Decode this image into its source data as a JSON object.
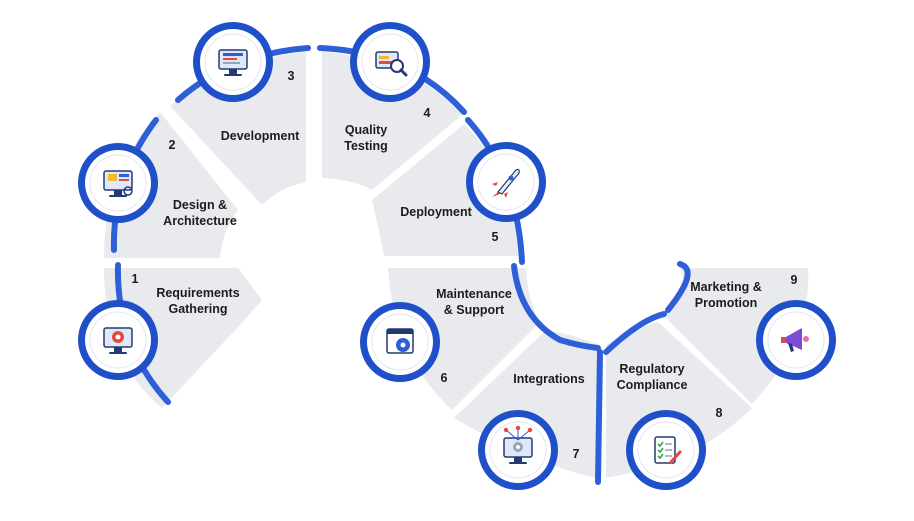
{
  "colors": {
    "segment_fill": "#e8eaed",
    "arc_blue": "#2e5fd6",
    "ring_outer": "#1f50c9",
    "ring_inner_white": "#ffffff",
    "icon_bg": "#eef2fb"
  },
  "steps": [
    {
      "number": "1",
      "label_lines": [
        "Requirements",
        "Gathering"
      ],
      "icon": "monitor-gear-icon"
    },
    {
      "number": "2",
      "label_lines": [
        "Design &",
        "Architecture"
      ],
      "icon": "design-monitor-icon"
    },
    {
      "number": "3",
      "label_lines": [
        "Development"
      ],
      "icon": "code-monitor-icon"
    },
    {
      "number": "4",
      "label_lines": [
        "Quality",
        "Testing"
      ],
      "icon": "magnifier-testing-icon"
    },
    {
      "number": "5",
      "label_lines": [
        "Deployment"
      ],
      "icon": "rocket-icon"
    },
    {
      "number": "6",
      "label_lines": [
        "Maintenance",
        "& Support"
      ],
      "icon": "browser-gear-icon"
    },
    {
      "number": "7",
      "label_lines": [
        "Integrations"
      ],
      "icon": "network-monitor-icon"
    },
    {
      "number": "8",
      "label_lines": [
        "Regulatory",
        "Compliance"
      ],
      "icon": "checklist-icon"
    },
    {
      "number": "9",
      "label_lines": [
        "Marketing &",
        "Promotion"
      ],
      "icon": "megaphone-icon"
    }
  ]
}
